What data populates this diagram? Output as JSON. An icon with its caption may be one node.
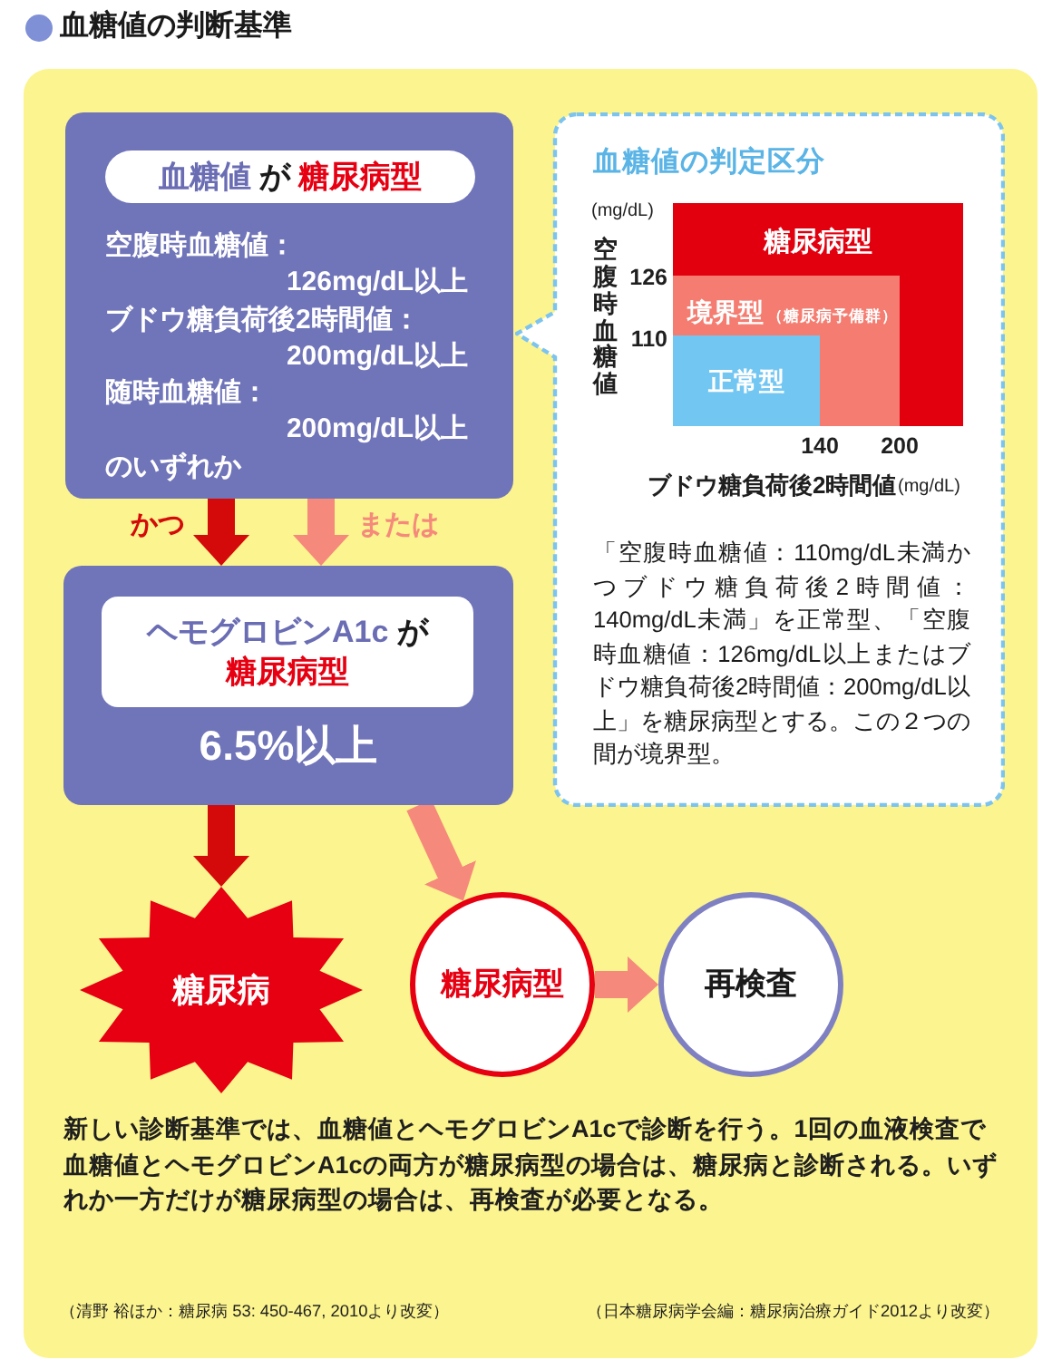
{
  "diagram": {
    "title": "血糖値の判断基準",
    "nodes": [
      {
        "text": [
          "空腹時血糖値：",
          "126mg/dL以上",
          "ブドウ糖負荷後2時間値：",
          "200mg/dL以上",
          "随時血糖値：",
          "200mg/dL以上",
          "のいずれか"
        ]
      },
      {
        "text": [
          "血糖値 が 糖尿病型"
        ],
        "in": 0
      },
      {
        "text": [
          "血糖値の判定区分",
          "「空腹時血糖値：110mg/dL未満かつブドウ糖負荷後2時間値：140mg/dL未満」を正常型、「空腹時血糖値：126mg/dL以上またはブドウ糖負荷後2時間値：200mg/dL以上」を糖尿病型とする。この２つの間が境界型。"
        ]
      },
      {
        "text": [
          "糖尿病型"
        ],
        "in": 2
      },
      {
        "text": [
          "境界型",
          "（糖尿病予備群）"
        ],
        "in": 3
      },
      {
        "text": [
          "正常型"
        ],
        "in": 4
      },
      {
        "text": [
          "6.5%以上"
        ]
      },
      {
        "text": [
          "ヘモグロビンA1c が",
          "糖尿病型"
        ],
        "in": 6
      },
      {
        "text": [
          "糖尿病"
        ]
      },
      {
        "text": [
          "糖尿病型"
        ]
      },
      {
        "text": [
          "再検査"
        ]
      }
    ],
    "edges": [
      {
        "from": 0,
        "to": 6,
        "arrow": "to",
        "label": "かつ",
        "color": "#d40a0a"
      },
      {
        "from": 0,
        "to": 6,
        "arrow": "to",
        "label": "または"
      },
      {
        "from": 6,
        "to": 8,
        "arrow": "to",
        "color": "#d40a0a"
      },
      {
        "from": 6,
        "to": 9,
        "arrow": "to"
      },
      {
        "from": 9,
        "to": 10,
        "arrow": "to"
      }
    ],
    "labels": [
      "(mg/dL)",
      "空腹時血糖値",
      "126",
      "110",
      "140",
      "200",
      "ブドウ糖負荷後2時間値",
      "(mg/dL)",
      "新しい診断基準では、血糖値とヘモグロビンA1cで診断を行う。1回の血液検査で血糖値とヘモグロビンA1cの両方が糖尿病型の場合は、糖尿病と診断される。いずれか一方だけが糖尿病型の場合は、再検査が必要となる。",
      "（清野 裕ほか：糖尿病 53: 450-467, 2010より改変）",
      "（日本糖尿病学会編：糖尿病治療ガイド2012より改変）"
    ]
  }
}
